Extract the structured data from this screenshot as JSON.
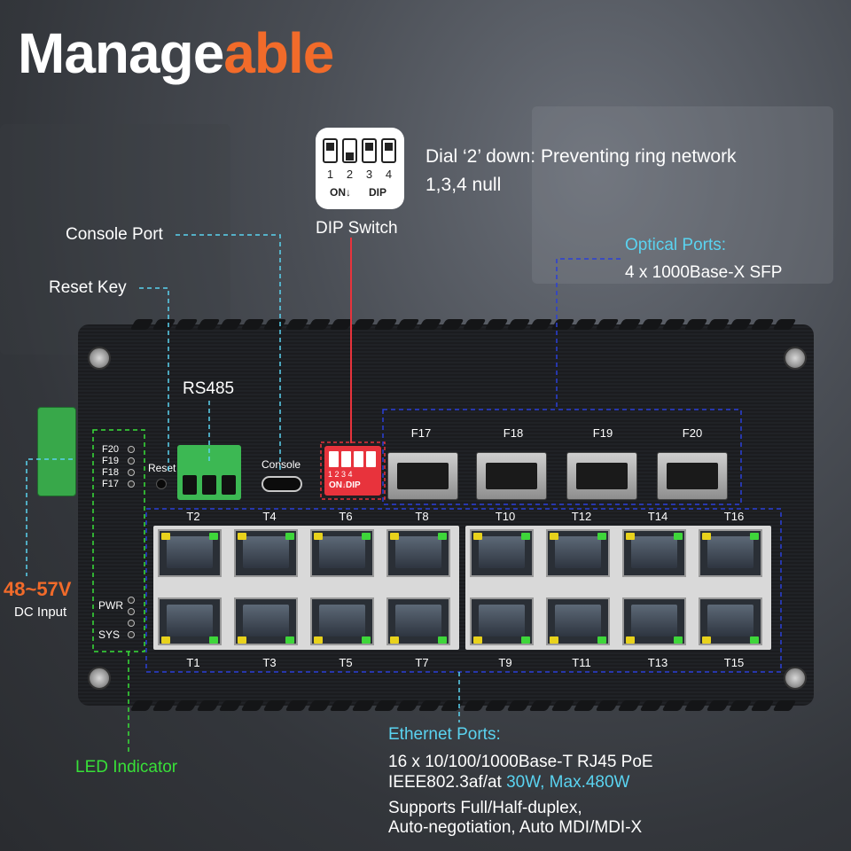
{
  "title": {
    "part1": "Manage",
    "part2": "able"
  },
  "dip_diagram": {
    "numbers": [
      "1",
      "2",
      "3",
      "4"
    ],
    "on_label": "ON",
    "dip_label": "DIP",
    "caption": "DIP Switch",
    "desc_line1": "Dial ‘2’ down:  Preventing ring network",
    "desc_line2": "1,3,4 null"
  },
  "callouts": {
    "console_port": "Console Port",
    "reset_key": "Reset Key",
    "optical_title": "Optical Ports:",
    "optical_desc": "4 x 1000Base-X SFP",
    "rs485": "RS485",
    "power_voltage": "48~57V",
    "power_type": "DC Input",
    "led_indicator": "LED Indicator",
    "ethernet_title": "Ethernet Ports:",
    "ethernet_line1": "16 x 10/100/1000Base-T RJ45 PoE",
    "ethernet_line2_a": "IEEE802.3af/at ",
    "ethernet_line2_b": "30W, Max.480W",
    "ethernet_line3": "Supports Full/Half-duplex,",
    "ethernet_line4": "Auto-negotiation, Auto MDI/MDI-X"
  },
  "device": {
    "reset_label": "Reset",
    "console_label": "Console",
    "led_top": [
      "F20",
      "F19",
      "F18",
      "F17"
    ],
    "led_pwr": "PWR",
    "led_sys": "SYS",
    "dip_numbers": "1 2 3 4",
    "dip_on": "ON",
    "dip_dip": "DIP",
    "sfp_ports": [
      "F17",
      "F18",
      "F19",
      "F20"
    ],
    "top_ports": [
      "T2",
      "T4",
      "T6",
      "T8",
      "T10",
      "T12",
      "T14",
      "T16"
    ],
    "bottom_ports": [
      "T1",
      "T3",
      "T5",
      "T7",
      "T9",
      "T11",
      "T13",
      "T15"
    ]
  },
  "colors": {
    "accent_orange": "#f26b2a",
    "cyan": "#5ad3f0",
    "green": "#38e038",
    "blue_dash": "#2a3fd8",
    "red_line": "#e8333c"
  },
  "icons": [
    "dip-switch-icon",
    "screw-icon",
    "rj45-port-icon",
    "sfp-port-icon",
    "usb-c-port-icon"
  ]
}
